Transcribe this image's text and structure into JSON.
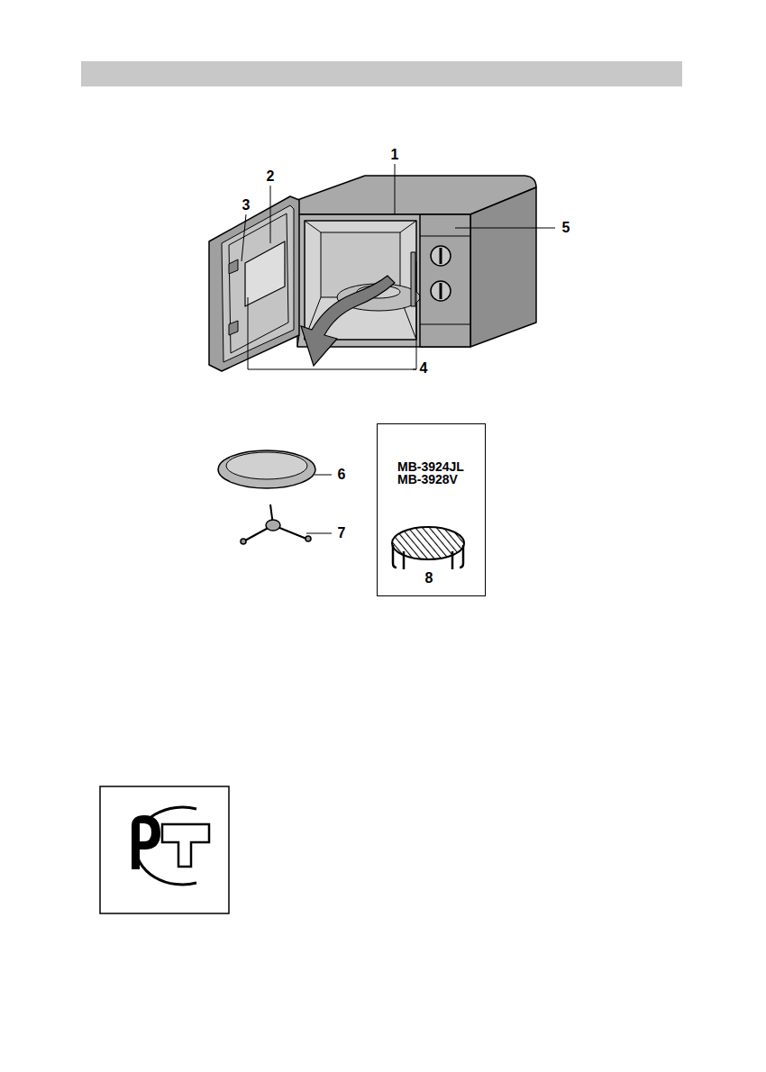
{
  "diagram": {
    "nodes": [
      {
        "text": [
          "MB-3924JL MB-3928V",
          "8"
        ]
      }
    ],
    "labels": [
      "1",
      "2",
      "3",
      "4",
      "5",
      "6",
      "7"
    ]
  }
}
